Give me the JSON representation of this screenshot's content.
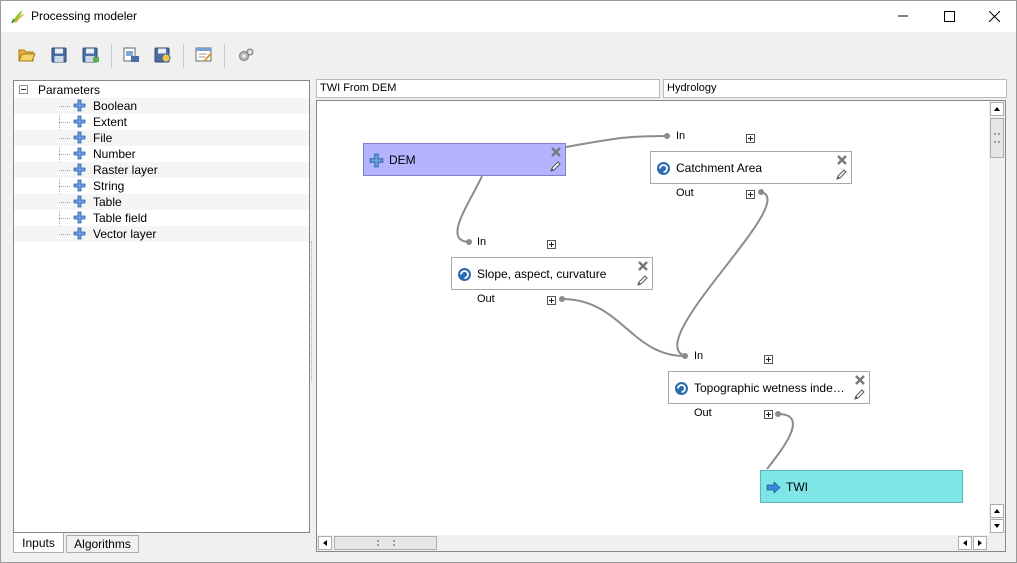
{
  "window": {
    "title": "Processing modeler",
    "controls": [
      "minimize-icon",
      "maximize-icon",
      "close-icon"
    ]
  },
  "toolbar": {
    "buttons": [
      {
        "name": "open-model",
        "icon": "folder-open-icon"
      },
      {
        "name": "save-model",
        "icon": "floppy-disk-icon"
      },
      {
        "name": "save-model-as",
        "icon": "floppy-disk-as-icon"
      },
      {
        "name": "export-image",
        "icon": "export-image-icon"
      },
      {
        "name": "export-python",
        "icon": "export-python-icon"
      },
      {
        "name": "edit-help",
        "icon": "edit-help-icon"
      },
      {
        "name": "run-model",
        "icon": "gears-icon"
      }
    ]
  },
  "left_panel": {
    "root": "Parameters",
    "items": [
      "Boolean",
      "Extent",
      "File",
      "Number",
      "Raster layer",
      "String",
      "Table",
      "Table field",
      "Vector layer"
    ],
    "tabs": [
      {
        "label": "Inputs",
        "active": true
      },
      {
        "label": "Algorithms",
        "active": false
      }
    ]
  },
  "model": {
    "name": "TWI From DEM",
    "group": "Hydrology"
  },
  "canvas": {
    "nodes": {
      "dem": {
        "label": "DEM",
        "kind": "input",
        "color": "#b3b3ff"
      },
      "catchment": {
        "label": "Catchment Area",
        "kind": "algorithm",
        "in_label": "In",
        "out_label": "Out"
      },
      "slope": {
        "label": "Slope, aspect, curvature",
        "kind": "algorithm",
        "in_label": "In",
        "out_label": "Out"
      },
      "twi_alg": {
        "label": "Topographic wetness inde…",
        "kind": "algorithm",
        "in_label": "In",
        "out_label": "Out"
      },
      "twi_out": {
        "label": "TWI",
        "kind": "output",
        "color": "#7ee6e6"
      }
    }
  }
}
